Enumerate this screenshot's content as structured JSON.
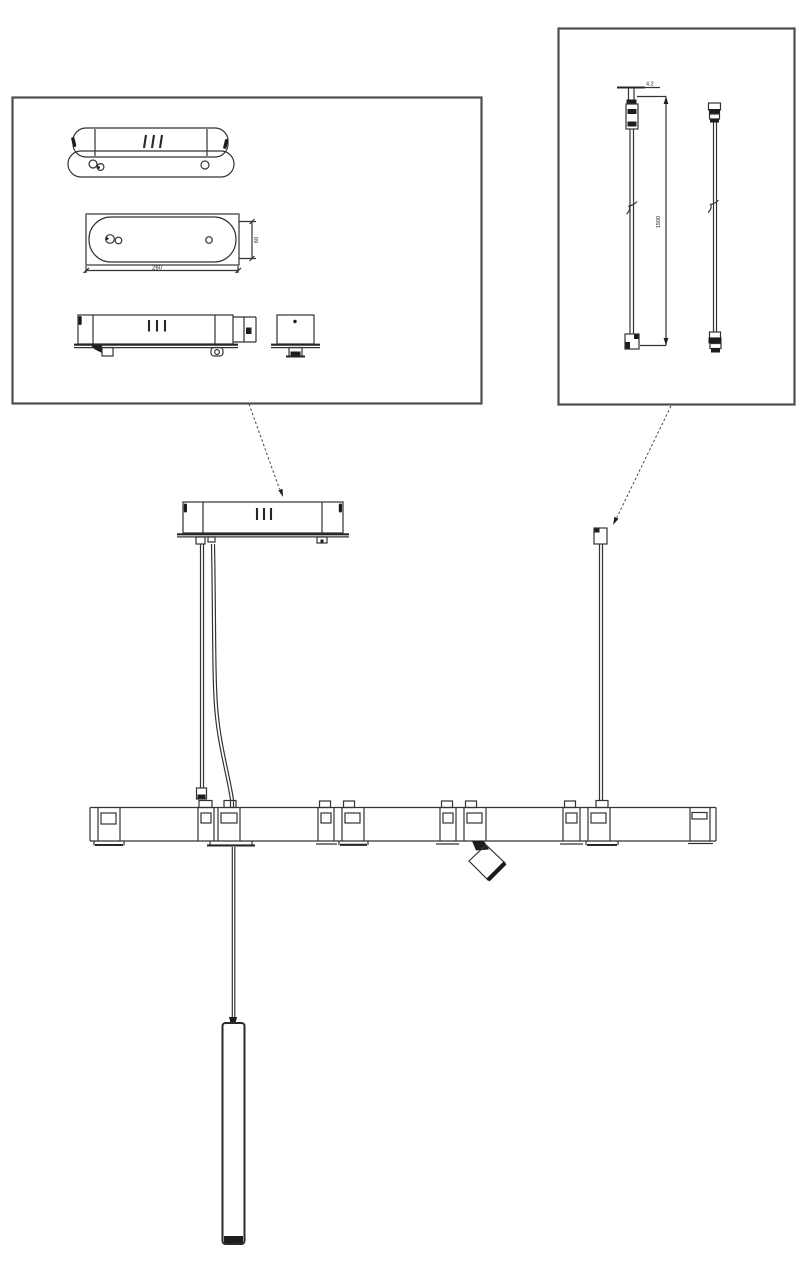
{
  "drawing": {
    "type": "technical-line-drawing",
    "colors": {
      "background": "#ffffff",
      "line": "#333333",
      "callout_border": "#4d4d4d",
      "dark_fill": "#1d1d1d"
    },
    "callouts": {
      "canopy_plan": {
        "width_dim": "260",
        "height_dim": "60"
      },
      "cable": {
        "diameter_dim": "4.2",
        "length_dim": "1500"
      }
    }
  }
}
